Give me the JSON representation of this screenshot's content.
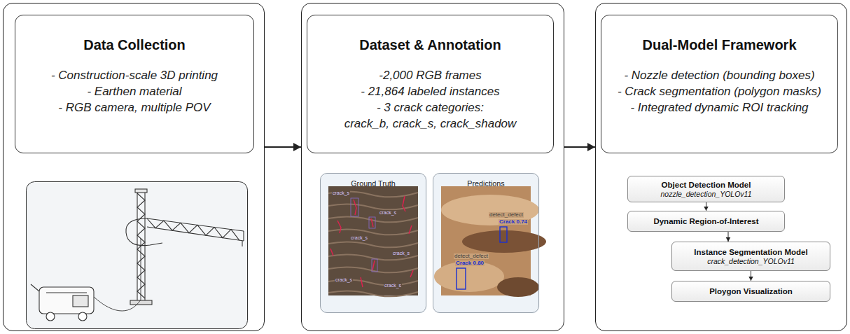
{
  "diagram": {
    "nodes": [
      {
        "text": []
      },
      {
        "text": [
          "Data Collection",
          "- Construction-scale 3D printing",
          "- Earthen material",
          "- RGB camera, multiple POV"
        ],
        "in": 0
      },
      {
        "text": []
      },
      {
        "text": [
          "Dataset & Annotation",
          "-2,000 RGB frames",
          "- 21,864 labeled instances",
          "- 3 crack categories:",
          "crack_b, crack_s, crack_shadow"
        ],
        "in": 2
      },
      {
        "text": [
          "Ground Truth"
        ],
        "in": 2
      },
      {
        "text": [
          "Predictions"
        ],
        "in": 2
      },
      {
        "text": []
      },
      {
        "text": [
          "Dual-Model Framework",
          "- Nozzle detection (bounding boxes)",
          "- Crack segmentation (polygon masks)",
          "- Integrated dynamic ROI tracking"
        ],
        "in": 6
      },
      {
        "text": [
          "Object Detection Model",
          "nozzle_detection_YOLOv11"
        ],
        "in": 6
      },
      {
        "text": [
          "Dynamic Region-of-Interest"
        ],
        "in": 6
      },
      {
        "text": [
          "Instance Segmentation Model",
          "crack_detection_YOLOv11"
        ],
        "in": 6
      },
      {
        "text": [
          "Ploygon Visualization"
        ],
        "in": 6
      }
    ],
    "edges": [
      {
        "from": 0,
        "to": 2,
        "arrow": "to"
      },
      {
        "from": 2,
        "to": 6,
        "arrow": "to"
      },
      {
        "from": 8,
        "to": 9,
        "arrow": "to"
      },
      {
        "from": 9,
        "to": 10,
        "arrow": "to"
      },
      {
        "from": 10,
        "to": 11,
        "arrow": "to"
      }
    ],
    "labels": [
      "crack_s",
      "crack_s",
      "crack_s",
      "crack_s",
      "crack_s",
      "crack_s",
      "detect_defect",
      "Crack 0.74",
      "detect_defect",
      "Crack 0.80"
    ]
  }
}
